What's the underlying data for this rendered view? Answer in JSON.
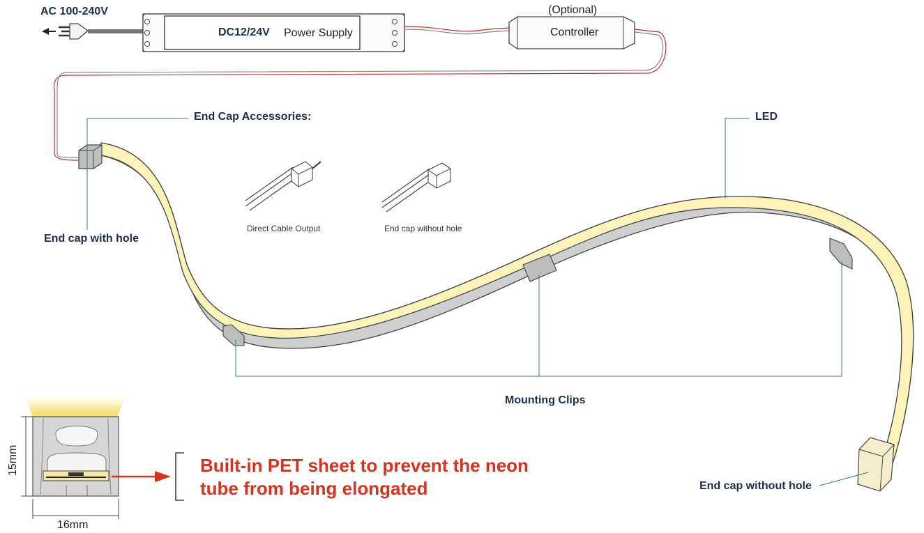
{
  "power": {
    "ac_label": "AC 100-240V",
    "dc_label": "DC12/24V",
    "supply_label": "Power Supply"
  },
  "controller": {
    "optional_label": "(Optional)",
    "label": "Controller"
  },
  "labels": {
    "end_cap_accessories": "End Cap Accessories:",
    "end_cap_with_hole": "End cap with hole",
    "led": "LED",
    "mounting_clips": "Mounting Clips",
    "end_cap_without_hole": "End cap without hole",
    "direct_cable_output": "Direct Cable Output",
    "end_cap_without_hole_small": "End cap without hole"
  },
  "cross_section": {
    "height_label": "15mm",
    "width_label": "16mm"
  },
  "pet_note": {
    "line1": "Built-in PET sheet to prevent the neon",
    "line2": "tube from being elongated"
  },
  "colors": {
    "strip_body": "#cfcfcf",
    "led_glow": "#fbf3b8",
    "wire_red": "#c8302a",
    "leader_green": "#3a7a68",
    "annotation_red": "#d4341f",
    "label_navy": "#1f2d4a"
  }
}
